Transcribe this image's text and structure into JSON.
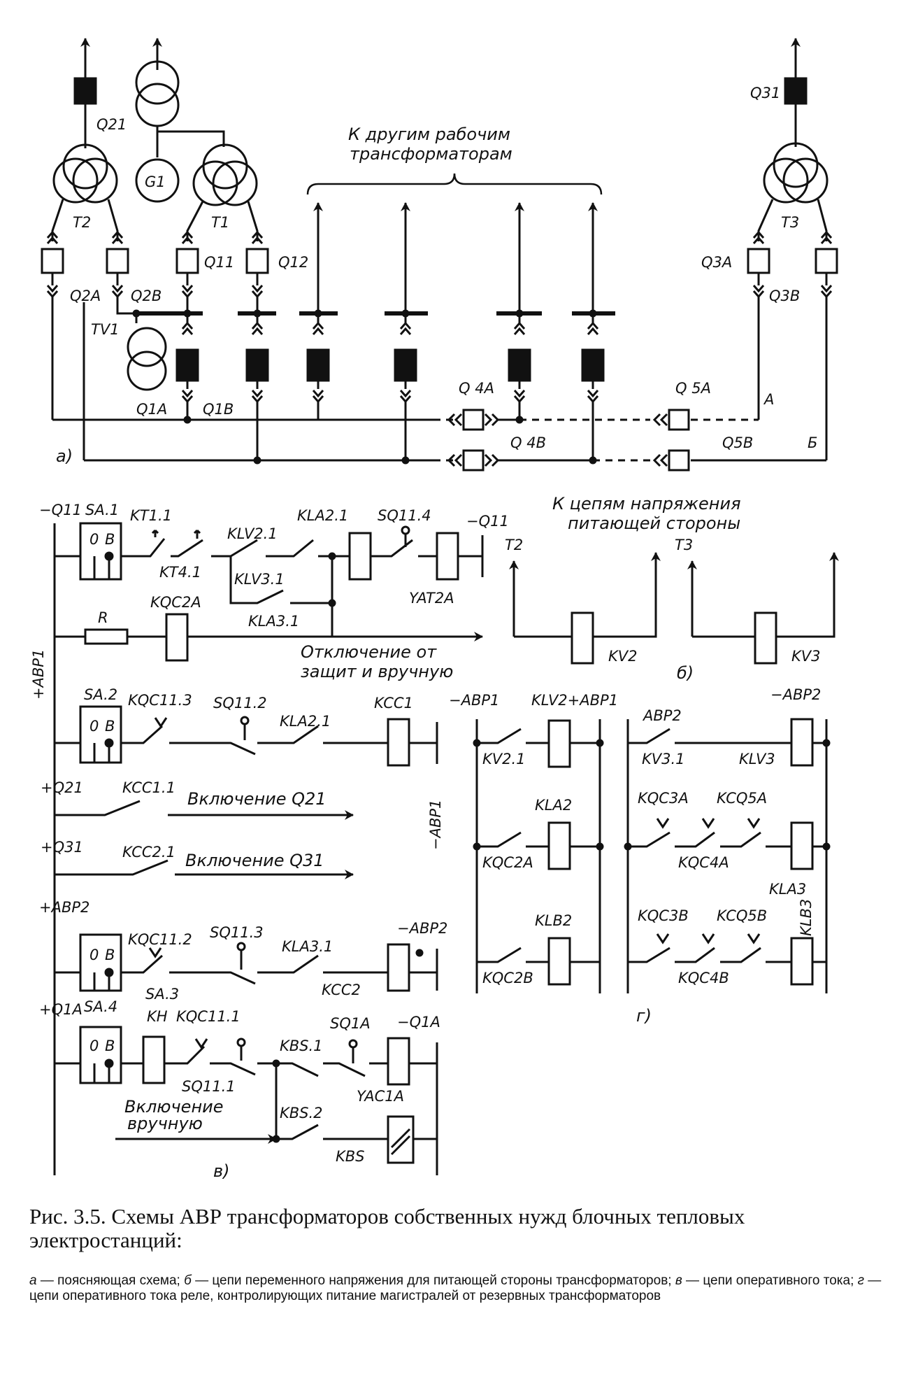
{
  "labels": {
    "Q21": "Q21",
    "Q31": "Q31",
    "G1": "G1",
    "T1": "T1",
    "T2": "T2",
    "T3": "T3",
    "Q11": "Q11",
    "Q12": "Q12",
    "Q2A": "Q2A",
    "Q2B": "Q2B",
    "TV1": "TV1",
    "Q1A": "Q1A",
    "Q1B": "Q1B",
    "Q3A": "Q3A",
    "Q3B": "Q3B",
    "Q4A": "Q 4A",
    "Q4B": "Q 4B",
    "Q5A": "Q 5A",
    "Q5B": "Q5B",
    "busA": "A",
    "busB": "Б",
    "part_a": "а)",
    "to_other_1": "К другим рабочим",
    "to_other_2": "трансформаторам"
  },
  "part_b": {
    "title_1": "К цепям напряжения",
    "title_2": "питающей стороны",
    "T2": "T2",
    "T3": "T3",
    "KV2": "KV2",
    "KV3": "KV3",
    "label": "б)"
  },
  "part_v": {
    "minus_Q11_left": "−Q11",
    "SA1": "SA.1",
    "KT1_1": "KT1.1",
    "KT4_1": "KT4.1",
    "KLV2_1": "KLV2.1",
    "KLV3_1": "KLV3.1",
    "KLA2_1_top": "KLA2.1",
    "SQ11_4": "SQ11.4",
    "minus_Q11_right": "−Q11",
    "YAT2A": "YAT2A",
    "KLA3_1_top": "KLA3.1",
    "R": "R",
    "KQC2A": "KQC2A",
    "trip_1": "Отключение от",
    "trip_2": "защит и вручную",
    "plus_ABP1": "+АВР1",
    "SA2": "SA.2",
    "KQC11_3": "KQC11.3",
    "SQ11_2": "SQ11.2",
    "KLA2_1": "KLA2.1",
    "KCC1": "KCC1",
    "minus_ABP1_vert": "−АВР1",
    "plus_Q21": "+Q21",
    "KCC1_1": "KCC1.1",
    "close_Q21": "Включение Q21",
    "plus_Q31": "+Q31",
    "KCC2_1": "KCC2.1",
    "close_Q31": "Включение Q31",
    "plus_ABP2": "+АВР2",
    "KQC11_2": "KQC11.2",
    "SQ11_3": "SQ11.3",
    "KLA3_1": "KLA3.1",
    "minus_ABP2": "−АВР2",
    "SA3": "SA.3",
    "KCC2": "KCC2",
    "plus_Q1A": "+Q1A",
    "SA4": "SA.4",
    "KH": "KH",
    "KQC11_1": "KQC11.1",
    "SQ1A": "SQ1A",
    "minus_Q1A": "−Q1A",
    "KBS_1": "KBS.1",
    "SQ11_1": "SQ11.1",
    "YAC1A": "YAC1A",
    "manual_1": "Включение",
    "manual_2": "вручную",
    "KBS_2": "KBS.2",
    "KBS": "KBS",
    "sw_0": "0",
    "sw_v": "В",
    "label": "в)"
  },
  "part_g": {
    "minus_ABP1": "−АВР1",
    "KLV2_plus_ABP1": "KLV2+АВР1",
    "KV2_1": "KV2.1",
    "KLA2": "KLA2",
    "KQC2A": "KQC2A",
    "KLB2": "KLB2",
    "KQC2B": "KQC2B",
    "ABP2": "АВР2",
    "minus_ABP2": "−АВР2",
    "KV3_1": "KV3.1",
    "KLV3": "KLV3",
    "KQC3A": "KQC3A",
    "KCQ5A": "KCQ5A",
    "KQC4A": "KQC4A",
    "KLA3": "KLA3",
    "KQC3B": "KQC3B",
    "KCQ5B": "KCQ5B",
    "KLB3": "KLB3",
    "KQC4B": "KQC4B",
    "label": "г)"
  },
  "caption": {
    "title": "Рис. 3.5. Схемы АВР трансформаторов собственных нужд блочных тепловых электростанций:",
    "a_key": "а",
    "a_text": " — поясняющая схема; ",
    "b_key": "б",
    "b_text": " — цепи переменного напряжения для питающей стороны трансформаторов; ",
    "v_key": "в",
    "v_text": " — цепи оперативного тока; ",
    "g_key": "г",
    "g_text": " — цепи оперативного тока реле, контролирующих питание магистралей от резервных трансформаторов"
  }
}
